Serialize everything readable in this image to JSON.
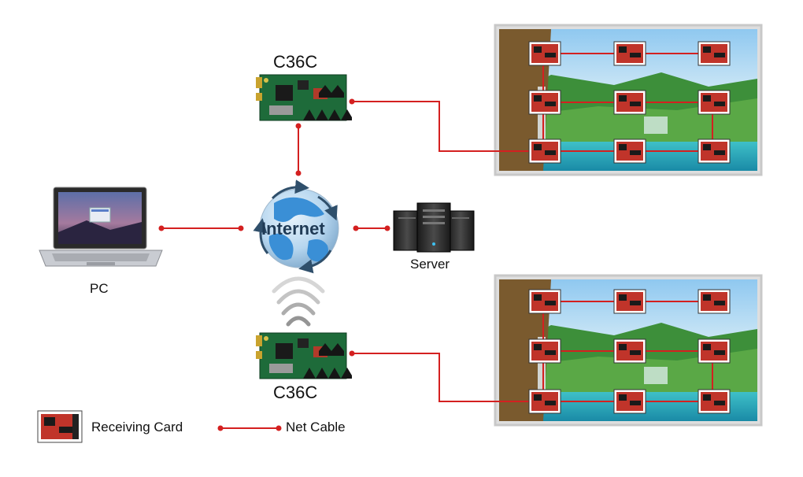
{
  "labels": {
    "controller_top": "C36C",
    "controller_bottom": "C36C",
    "internet": "Internet",
    "server": "Server",
    "pc": "PC"
  },
  "legend": {
    "receiving_card": "Receiving Card",
    "net_cable": "Net Cable"
  },
  "colors": {
    "cable": "#d42020",
    "pcb": "#1e6b3a",
    "receiving_card": "#c0342a",
    "globe": "#3a8fd6",
    "screen_frame": "#c8c8c8"
  }
}
